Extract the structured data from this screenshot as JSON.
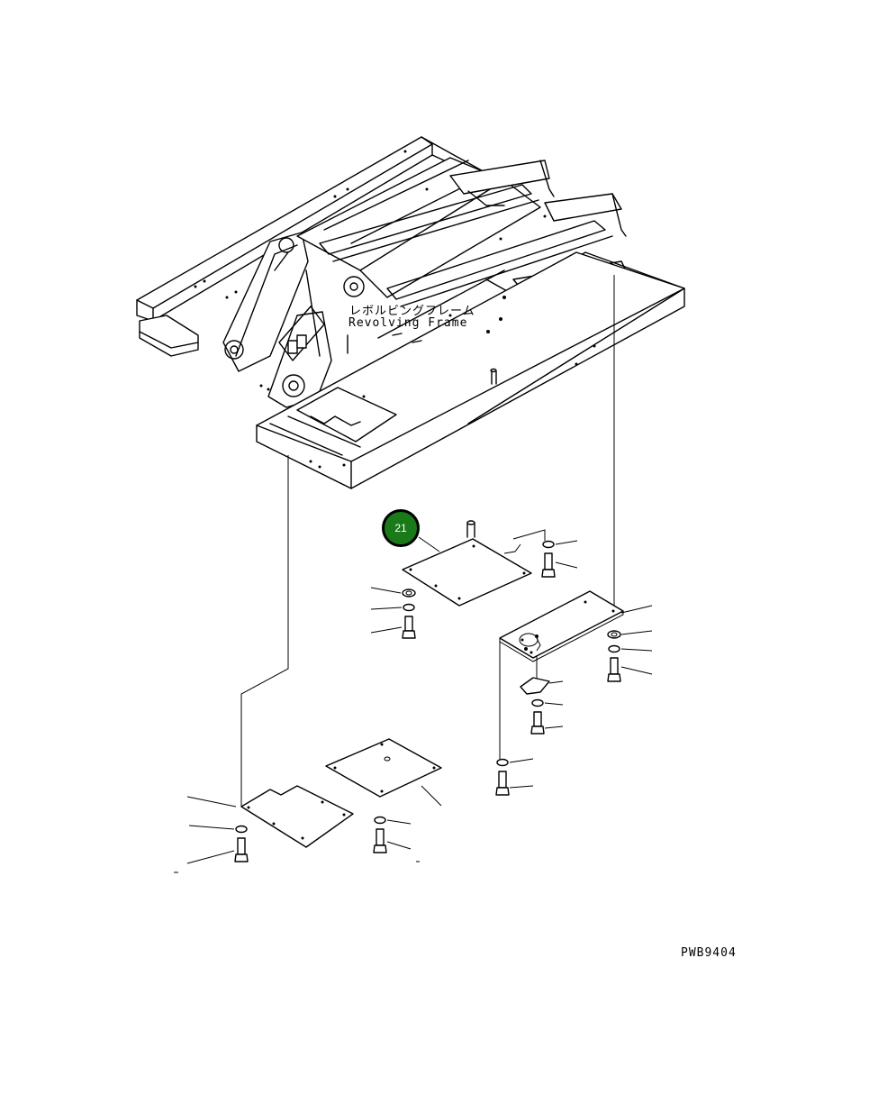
{
  "frame_label": {
    "japanese": "レボルビングフレーム",
    "english": "Revolving Frame"
  },
  "callout": {
    "number": "21",
    "color": "#1a7a1a"
  },
  "drawing_code": "PWB9404"
}
